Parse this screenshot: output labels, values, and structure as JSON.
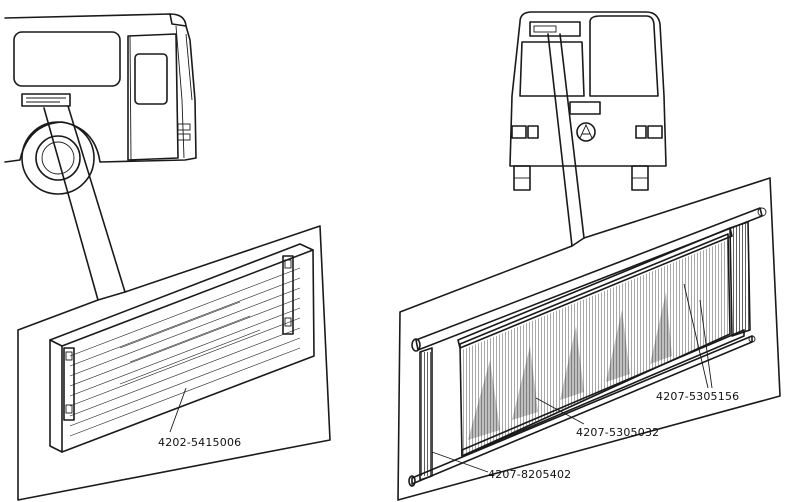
{
  "labels": {
    "sign_plate": "4202-5415006",
    "roller_screen": "4207-5305032",
    "guide_rails": "4207-5305156",
    "sign_holder": "4207-8205402"
  }
}
